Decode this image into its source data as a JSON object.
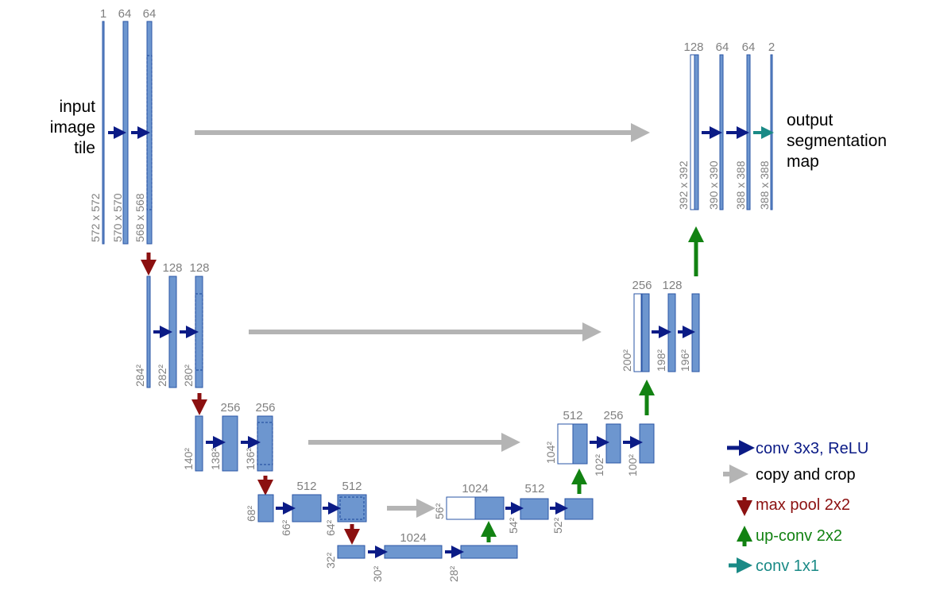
{
  "colors": {
    "block_fill": "#6d96cf",
    "block_stroke": "#2a55a5",
    "conv_arrow": "#0b1b86",
    "copy_arrow": "#b4b4b4",
    "pool_arrow": "#8b1010",
    "upconv_arrow": "#128212",
    "conv1x1_arrow": "#1a8a86",
    "number_text": "#808080"
  },
  "labels": {
    "input": [
      "input",
      "image",
      "tile"
    ],
    "output": [
      "output",
      "segmentation",
      "map"
    ]
  },
  "channels": {
    "c1": "1",
    "c2": "64",
    "c3": "64",
    "c4": "128",
    "c5": "128",
    "c6": "256",
    "c7": "256",
    "c8": "512",
    "c9": "512",
    "c10": "1024",
    "c11": "1024",
    "c12": "512",
    "c13": "512",
    "c14": "256",
    "c15": "256",
    "c16": "128",
    "c17": "128",
    "c18": "64",
    "c19": "64",
    "c20": "2"
  },
  "sizes": {
    "s1": "572 x 572",
    "s2": "570 x 570",
    "s3": "568 x 568",
    "s4": "284²",
    "s5": "282²",
    "s6": "280²",
    "s7": "140²",
    "s8": "138²",
    "s9": "136²",
    "s10": "68²",
    "s11": "66²",
    "s12": "64²",
    "s13": "32²",
    "s14": "30²",
    "s15": "28²",
    "s16": "56²",
    "s17": "54²",
    "s18": "52²",
    "s19": "104²",
    "s20": "102²",
    "s21": "100²",
    "s22": "200²",
    "s23": "198²",
    "s24": "196²",
    "s25": "392 x 392",
    "s26": "390 x 390",
    "s27": "388 x 388",
    "s28": "388 x 388"
  },
  "legend": {
    "conv": "conv 3x3, ReLU",
    "copy": "copy and crop",
    "pool": "max pool 2x2",
    "upconv": "up-conv 2x2",
    "conv1x1": "conv 1x1"
  }
}
